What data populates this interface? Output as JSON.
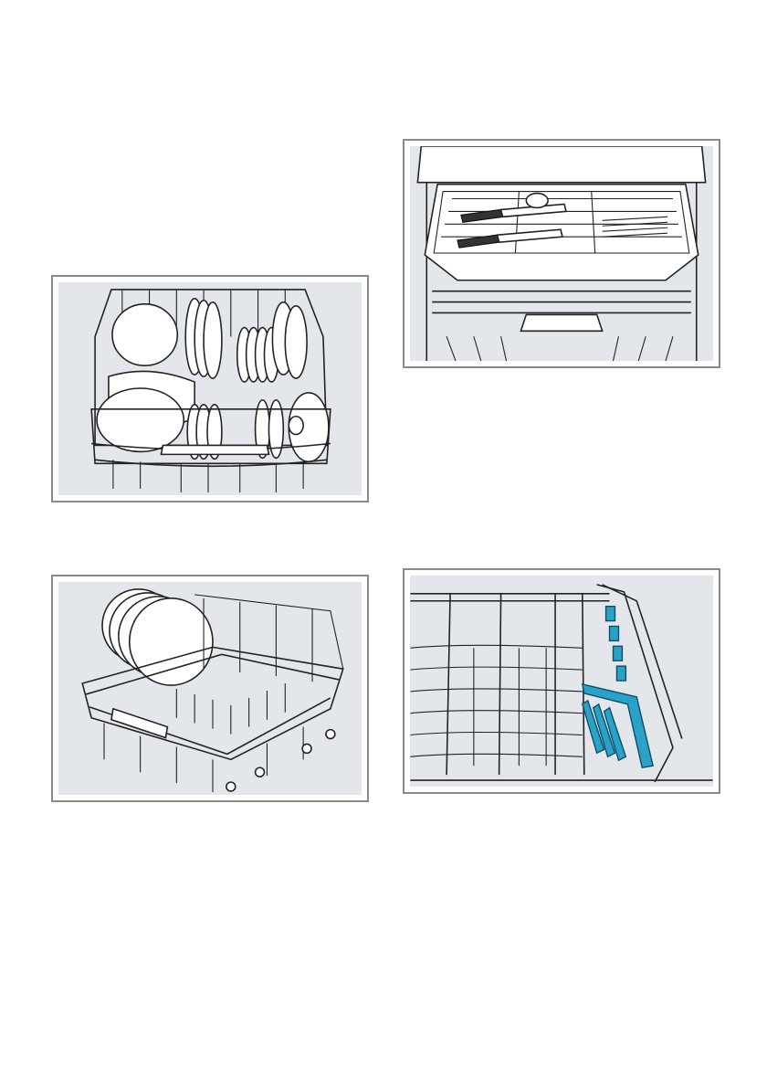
{
  "figures": [
    {
      "id": "fig-upper-basket-plates-bowls"
    },
    {
      "id": "fig-cutlery-drawer"
    },
    {
      "id": "fig-lower-basket-plates"
    },
    {
      "id": "fig-folding-tines-blue"
    }
  ],
  "colors": {
    "panel_background": "#e3e7ec",
    "panel_border": "#8a8a8a",
    "line": "#222222",
    "accent_folding_parts": "#2aa2c8"
  }
}
